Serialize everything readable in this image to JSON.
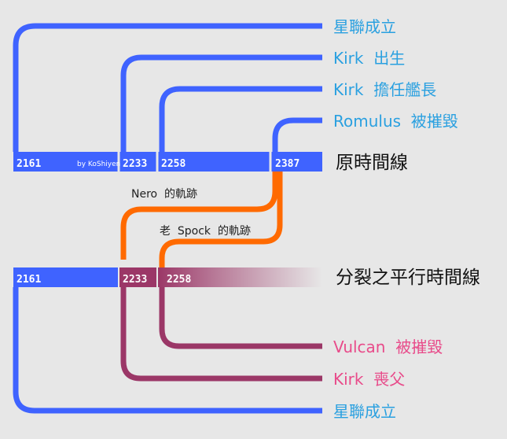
{
  "original_timeline": {
    "title": "原時間線",
    "years": [
      "2161",
      "2233",
      "2258",
      "2387"
    ],
    "credit": "by KoShiyen",
    "events": [
      "星聯成立",
      "Kirk  出生",
      "Kirk  擔任艦長",
      "Romulus  被摧毀"
    ]
  },
  "alternate_timeline": {
    "title": "分裂之平行時間線",
    "years": [
      "2161",
      "2233",
      "2258"
    ],
    "events": [
      "Vulcan  被摧毀",
      "Kirk  喪父",
      "星聯成立"
    ]
  },
  "paths": {
    "nero": "Nero  的軌跡",
    "spock": "老  Spock  的軌跡"
  },
  "colors": {
    "background": "#e7e7e7",
    "blue": "#3f63ff",
    "orange": "#ff6a00",
    "purple": "#9b3767",
    "event_blue": "#2aa0e0",
    "event_pink": "#e84b8a",
    "title": "#111111"
  }
}
